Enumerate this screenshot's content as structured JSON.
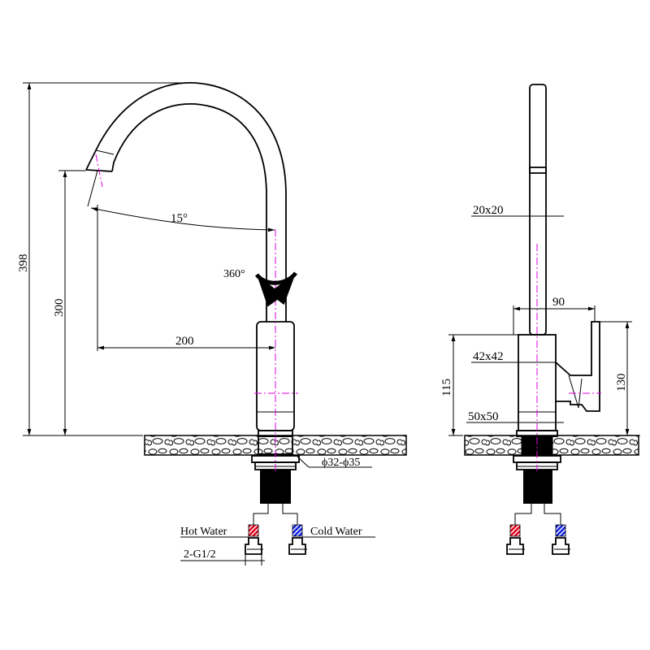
{
  "side_view": {
    "height_total": "398",
    "height_spout": "300",
    "reach": "200",
    "spout_angle": "15°",
    "rotation": "360°",
    "hole_diameter": "ϕ32-ϕ35",
    "hot_label": "Hot Water",
    "cold_label": "Cold Water",
    "thread": "2-G1/2"
  },
  "front_view": {
    "spout_section": "20x20",
    "handle_reach": "90",
    "body_section": "42x42",
    "base_section": "50x50",
    "body_height": "115",
    "handle_height": "130"
  },
  "colors": {
    "hot": "#e0001a",
    "cold": "#1020e0",
    "centerline": "#e000e0"
  }
}
